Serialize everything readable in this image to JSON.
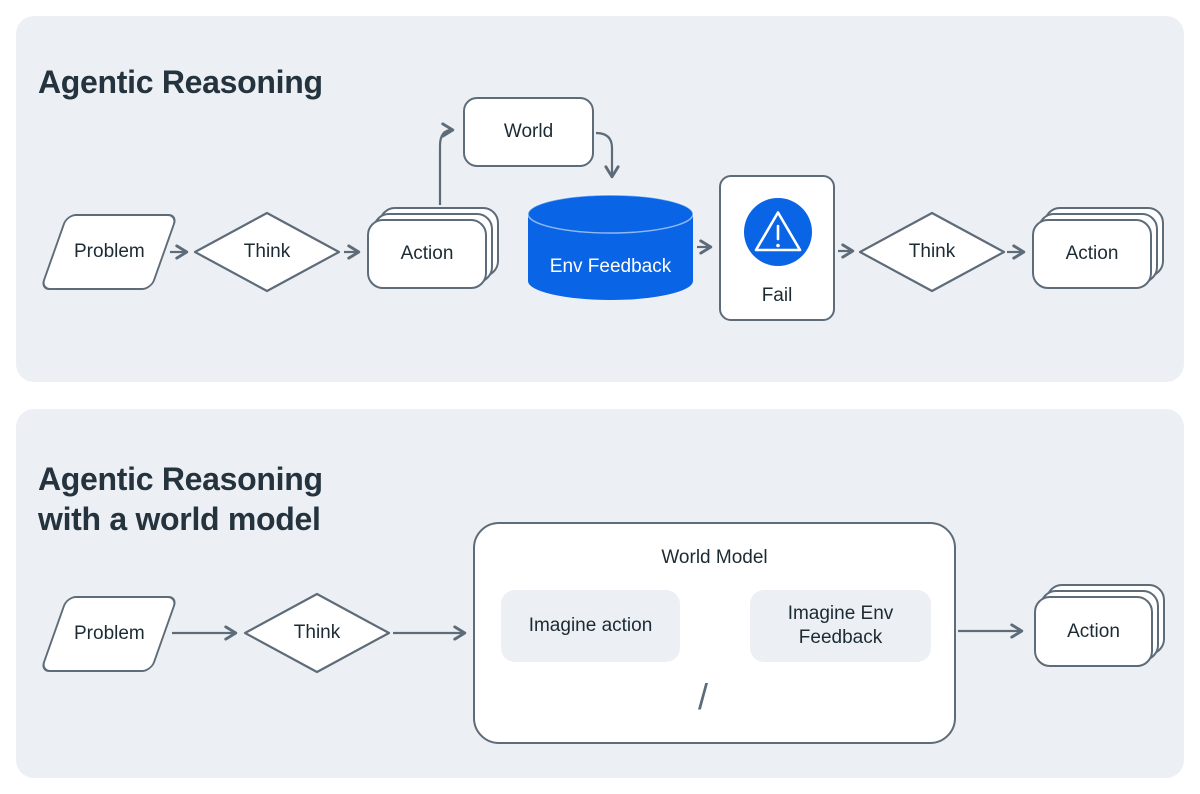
{
  "colors": {
    "panel_background": "#ECF0F4",
    "accent_blue": "#0A64E6",
    "shape_stroke": "#5E6B78",
    "text_dark": "#1C2B33",
    "title_text": "#24333E",
    "white": "#FFFFFF"
  },
  "panel1": {
    "title": "Agentic Reasoning",
    "nodes": {
      "problem": "Problem",
      "think1": "Think",
      "action1": "Action",
      "world": "World",
      "env_feedback": "Env Feedback",
      "fail": "Fail",
      "think2": "Think",
      "action2": "Action"
    }
  },
  "panel2": {
    "title_line1": "Agentic Reasoning",
    "title_line2": "with a world model",
    "nodes": {
      "problem": "Problem",
      "think": "Think",
      "world_model": "World Model",
      "imagine_action": "Imagine action",
      "imagine_env_feedback": "Imagine Env Feedback",
      "separator": "/",
      "action": "Action"
    }
  },
  "icons": {
    "fail_badge": "warning-icon",
    "loop_success": "check-icon",
    "loop_failure": "warning-icon"
  }
}
